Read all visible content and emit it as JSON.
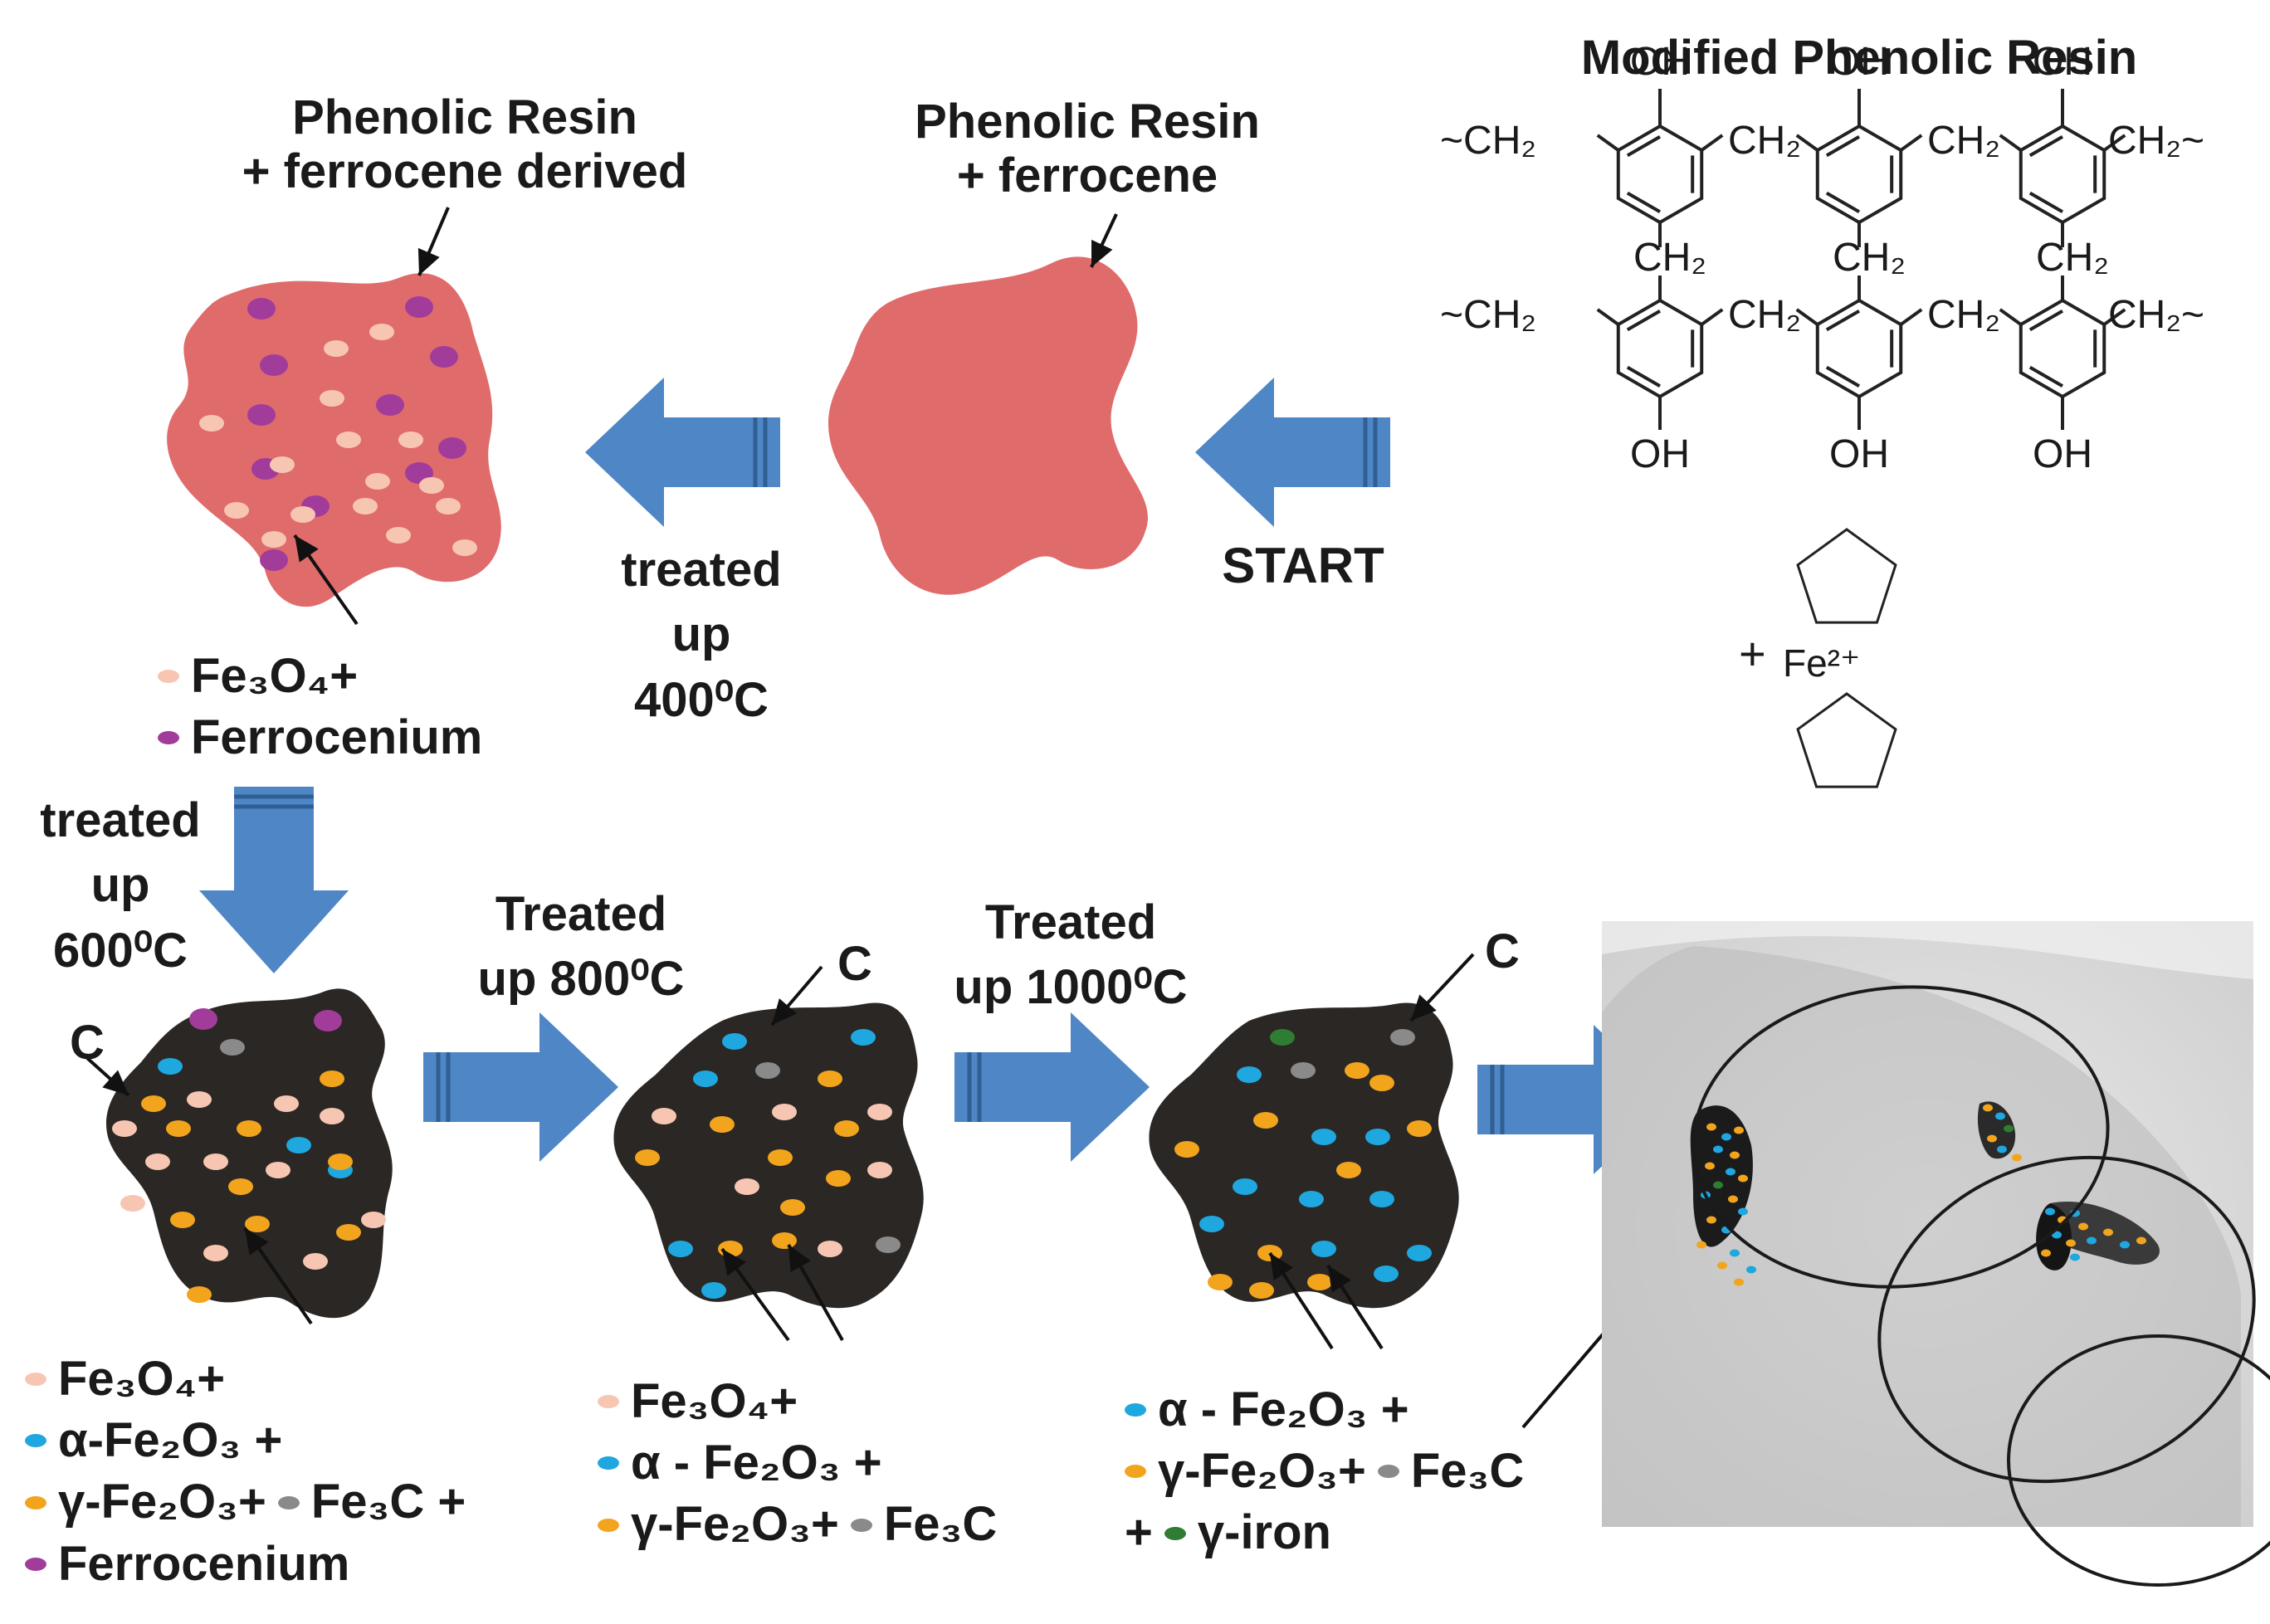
{
  "title": "Modified Phenolic Resin",
  "colors": {
    "resin": "#e06b6b",
    "carbon": "#2a2724",
    "arrow": "#4f86c6",
    "arrow_dark": "#2f5f93",
    "fe3o4": "#f7c6b2",
    "alpha_fe2o3": "#1fa7e0",
    "gamma_fe2o3": "#f2a41d",
    "fe3c": "#8a8a8a",
    "ferrocenium": "#a23c9a",
    "gamma_iron": "#2e7d32"
  },
  "stages": {
    "resin_ferrocene": {
      "label_lines": [
        "Phenolic Resin",
        "+ ferrocene"
      ]
    },
    "resin_derived": {
      "label_lines": [
        "Phenolic Resin",
        "+ ferrocene derived"
      ]
    }
  },
  "arrows": {
    "start": {
      "label": "START"
    },
    "t400": {
      "label_lines": [
        "treated",
        "up",
        "400⁰C"
      ]
    },
    "t600": {
      "label_lines": [
        "treated",
        "up",
        "600⁰C"
      ]
    },
    "t800": {
      "label_lines": [
        "Treated",
        "up 800⁰C"
      ]
    },
    "t1000": {
      "label_lines": [
        "Treated",
        "up 1000⁰C"
      ]
    }
  },
  "carbon_label": "C",
  "structure": {
    "oh": "OH",
    "ch2": "CH₂",
    "end_left": "~CH₂",
    "end_right": "CH₂~",
    "fe_ion": "Fe²⁺",
    "plus": "+"
  },
  "legends": {
    "derived": [
      {
        "marker": "fe3o4",
        "text": "Fe₃O₄+"
      },
      {
        "marker": "ferrocenium",
        "text": "Ferrocenium"
      }
    ],
    "t600": [
      {
        "marker": "fe3o4",
        "text": "Fe₃O₄+"
      },
      {
        "marker": "alpha_fe2o3",
        "text": "α-Fe₂O₃ +"
      },
      {
        "marker": "gamma_fe2o3",
        "text": "γ-Fe₂O₃+",
        "marker2": "fe3c",
        "text2": "Fe₃C +"
      },
      {
        "marker": "ferrocenium",
        "text": "Ferrocenium"
      }
    ],
    "t800": [
      {
        "marker": "fe3o4",
        "text": "Fe₃O₄+"
      },
      {
        "marker": "alpha_fe2o3",
        "text": "α - Fe₂O₃ +"
      },
      {
        "marker": "gamma_fe2o3",
        "text": "γ-Fe₂O₃+",
        "marker2": "fe3c",
        "text2": "Fe₃C"
      }
    ],
    "t1000": [
      {
        "marker": "alpha_fe2o3",
        "text": "α - Fe₂O₃ +"
      },
      {
        "marker": "gamma_fe2o3",
        "text": "γ-Fe₂O₃+",
        "marker2": "fe3c",
        "text2": "Fe₃C"
      },
      {
        "prefix": "+",
        "marker": "gamma_iron",
        "text": "γ-iron"
      }
    ]
  }
}
